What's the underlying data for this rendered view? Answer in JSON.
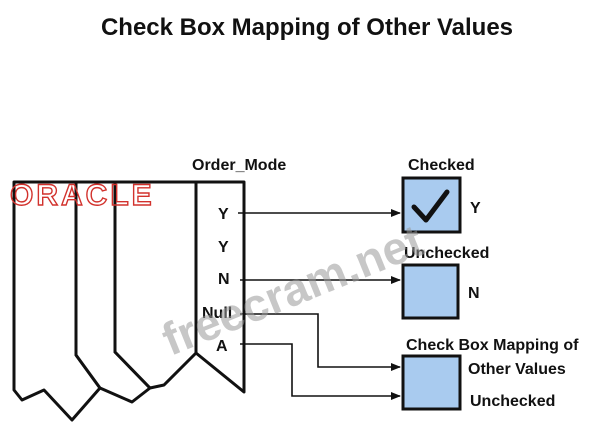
{
  "title": "Check Box Mapping of Other Values",
  "watermarks": {
    "oracle": "ORACLE",
    "site": "freecram.net"
  },
  "field": {
    "name": "Order_Mode",
    "values": [
      "Y",
      "Y",
      "N",
      "Null",
      "A"
    ]
  },
  "checkboxes": [
    {
      "state_label": "Checked",
      "value_label": "Y",
      "checked": true
    },
    {
      "state_label": "Unchecked",
      "value_label": "N",
      "checked": false
    },
    {
      "state_label_line1": "Check Box Mapping of",
      "state_label_line2": "Other Values",
      "value_label": "Unchecked",
      "checked": false
    }
  ],
  "colors": {
    "box_fill": "#a9cbef",
    "line": "#111111",
    "oracle_red": "#d2322d"
  }
}
